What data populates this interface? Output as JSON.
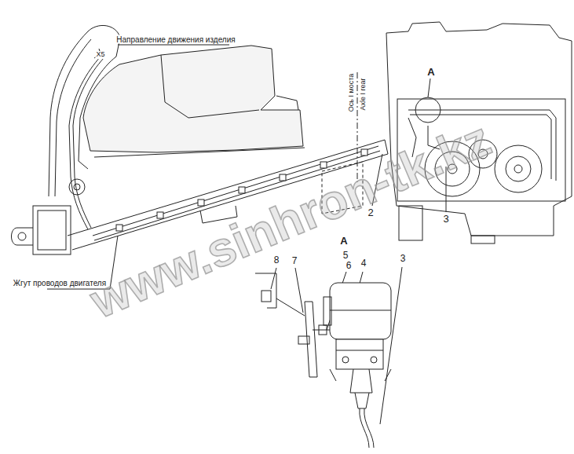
{
  "diagram": {
    "labels": [
      "Направление движения изделия",
      "X5",
      "Ось I моста",
      "Axle I rear",
      "A",
      "2",
      "3",
      "Жгут проводов двигателя",
      "A",
      "8",
      "7",
      "5",
      "6",
      "4",
      "3",
      "www.sinhron-tk.kz"
    ]
  }
}
